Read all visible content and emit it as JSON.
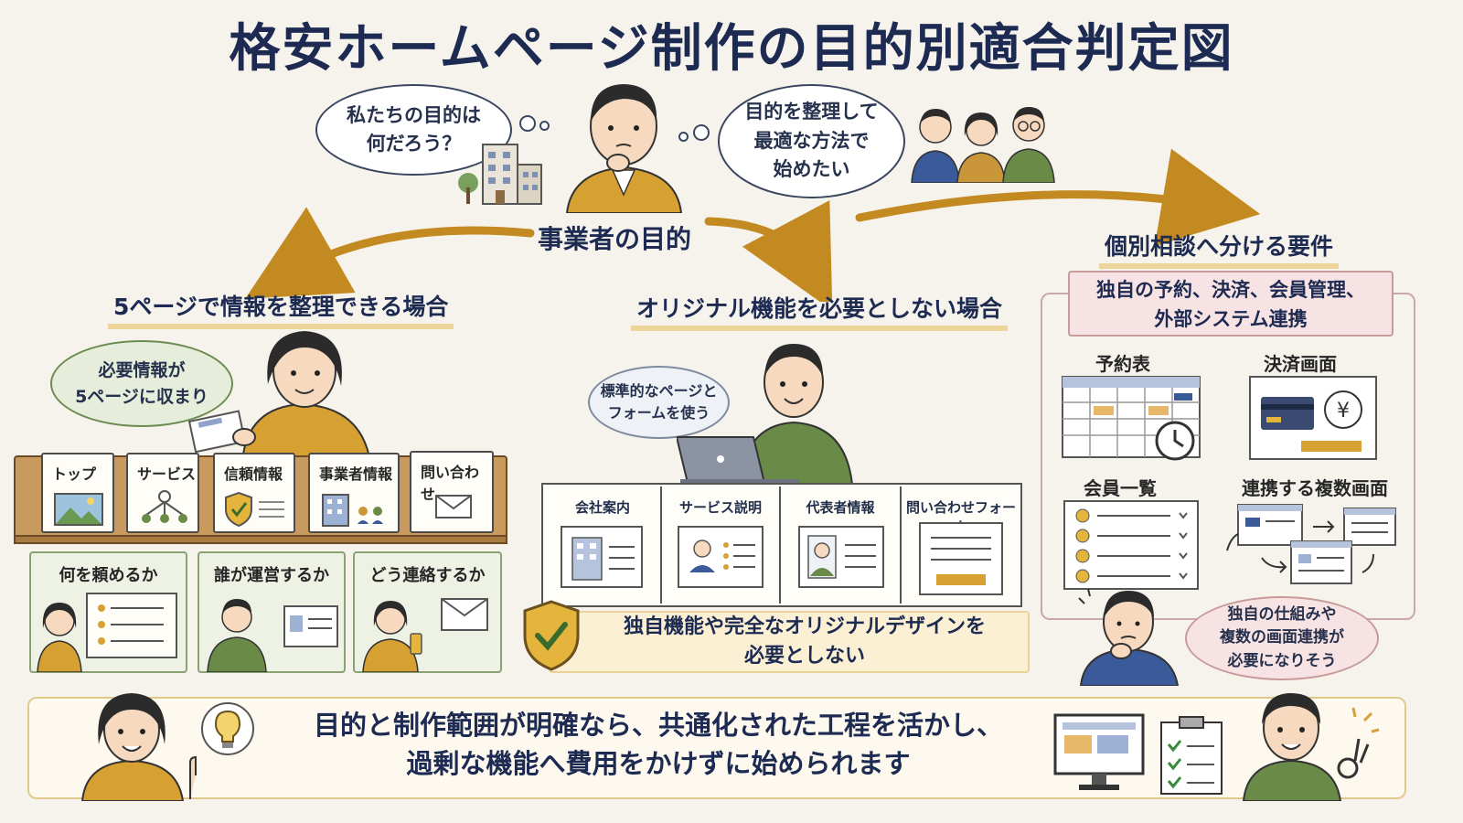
{
  "title": "格安ホームページ制作の目的別適合判定図",
  "top": {
    "bubble_left": [
      "私たちの目的は",
      "何だろう？"
    ],
    "bubble_right": [
      "目的を整理して",
      "最適な方法で",
      "始めたい"
    ],
    "center_label": "事業者の目的"
  },
  "left_section": {
    "heading": "5ページで情報を整理できる場合",
    "bubble": [
      "必要情報が",
      "5ページに収まり"
    ],
    "pages": [
      {
        "label": "トップ",
        "icon": "image-icon"
      },
      {
        "label": "サービス",
        "icon": "network-icon"
      },
      {
        "label": "信頼情報",
        "icon": "shield-icon"
      },
      {
        "label": "事業者情報",
        "icon": "building-icon"
      },
      {
        "label": "問い合わせ",
        "icon": "mail-icon"
      }
    ],
    "questions": [
      {
        "label": "何を頼めるか"
      },
      {
        "label": "誰が運営するか"
      },
      {
        "label": "どう連絡するか"
      }
    ]
  },
  "middle_section": {
    "heading": "オリジナル機能を必要としない場合",
    "bubble": [
      "標準的なページと",
      "フォームを使う"
    ],
    "pages": [
      {
        "label": "会社案内"
      },
      {
        "label": "サービス説明"
      },
      {
        "label": "代表者情報"
      },
      {
        "label": "問い合わせフォーム"
      }
    ],
    "note": [
      "独自機能や完全なオリジナルデザインを",
      "必要としない"
    ]
  },
  "right_section": {
    "heading": "個別相談へ分ける要件",
    "requirement": [
      "独自の予約、決済、会員管理、",
      "外部システム連携"
    ],
    "items": [
      {
        "label": "予約表"
      },
      {
        "label": "決済画面"
      },
      {
        "label": "会員一覧"
      },
      {
        "label": "連携する複数画面"
      }
    ],
    "bubble": [
      "独自の仕組みや",
      "複数の画面連携が",
      "必要になりそう"
    ]
  },
  "banner": {
    "lines": [
      "目的と制作範囲が明確なら、共通化された工程を活かし、",
      "過剰な機能へ費用をかけずに始められます"
    ]
  },
  "colors": {
    "title": "#1d2a52",
    "arrow": "#c48a22",
    "green_box": "#edf2e4",
    "pink_box": "#f7e3e3",
    "yellow_note": "#fbf0d3"
  }
}
